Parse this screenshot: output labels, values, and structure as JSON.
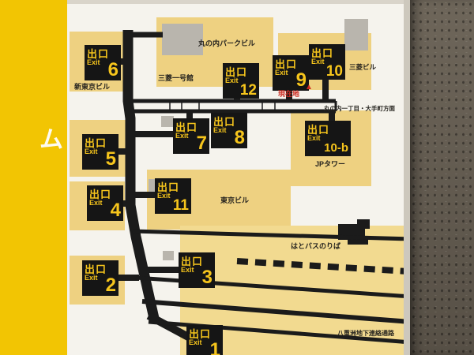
{
  "map": {
    "strip_char": "ム",
    "colors": {
      "frame_yellow": "#f2c503",
      "building_yellow": "#eed181",
      "building_yellow_light": "#f2da90",
      "gray_block": "#b9b5ad",
      "road_black": "#1b1b1b",
      "badge_bg": "#151515",
      "badge_text": "#f6c51c",
      "red": "#cc2b20"
    },
    "exits": [
      {
        "kanji": "出口",
        "en": "Exit",
        "num": "6"
      },
      {
        "kanji": "出口",
        "en": "Exit",
        "num": "12"
      },
      {
        "kanji": "出口",
        "en": "Exit",
        "num": "9"
      },
      {
        "kanji": "出口",
        "en": "Exit",
        "num": "10"
      },
      {
        "kanji": "出口",
        "en": "Exit",
        "num": "7"
      },
      {
        "kanji": "出口",
        "en": "Exit",
        "num": "8"
      },
      {
        "kanji": "出口",
        "en": "Exit",
        "num": "10-b"
      },
      {
        "kanji": "出口",
        "en": "Exit",
        "num": "5"
      },
      {
        "kanji": "出口",
        "en": "Exit",
        "num": "11"
      },
      {
        "kanji": "出口",
        "en": "Exit",
        "num": "4"
      },
      {
        "kanji": "出口",
        "en": "Exit",
        "num": "3"
      },
      {
        "kanji": "出口",
        "en": "Exit",
        "num": "2"
      },
      {
        "kanji": "出口",
        "en": "Exit",
        "num": "1"
      }
    ],
    "buildings": {
      "marunouchi_park": "丸の内パークビル",
      "mitsubishi_ichigokan": "三菱一号館",
      "mitsubishi_bldg": "三菱ビル",
      "shin_tokyo_bldg": "新東京ビル",
      "jp_tower": "JPタワー",
      "tokyo_bldg": "東京ビル"
    },
    "annotations": {
      "current_location": "現在地",
      "current_location_marker": "▲",
      "direction": "丸の内一丁目・大手町方面",
      "hato_bus": "はとバスのりば",
      "yaesu_passage": "八重洲地下連絡通路"
    }
  }
}
